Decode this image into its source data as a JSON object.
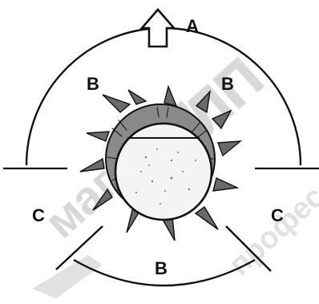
{
  "labels": {
    "top_right": "A",
    "upper_left": "B",
    "upper_right": "B",
    "lower_center": "B",
    "left": "C",
    "right": "C"
  },
  "watermark": {
    "text_large": "магазин",
    "text_outline": "МЛП",
    "text_small": "профес"
  },
  "colors": {
    "ink": "#111111",
    "watermark": "#b9b9b9",
    "background": "#ffffff"
  }
}
